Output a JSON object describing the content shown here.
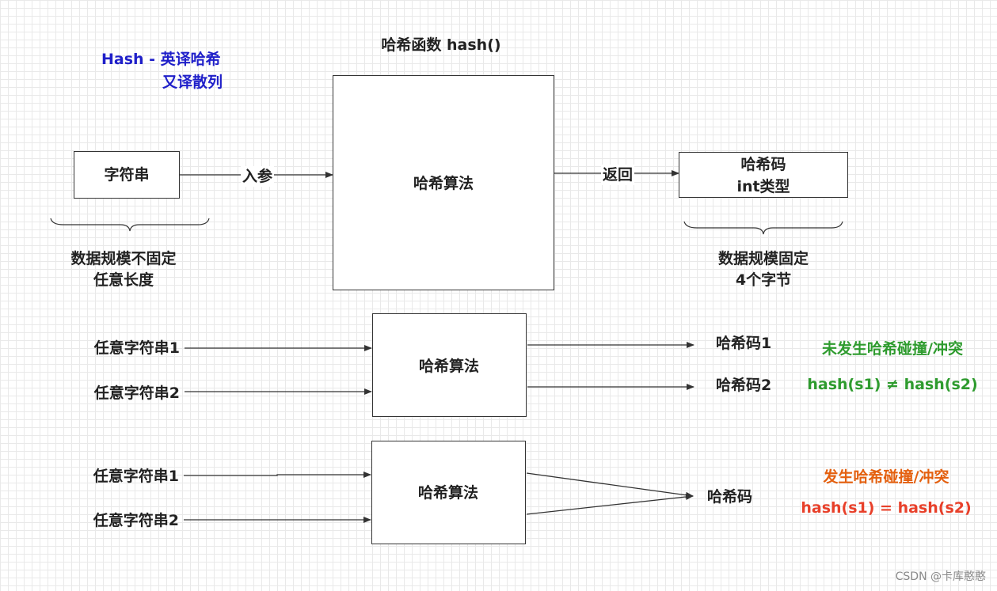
{
  "colors": {
    "blue": "#1f1fc9",
    "green": "#2e9b2e",
    "orange": "#e4600f",
    "red": "#e8402a",
    "line": "#333333"
  },
  "intro": {
    "line1": "Hash - 英译哈希",
    "line2": "又译散列"
  },
  "top": {
    "func_title": "哈希函数 hash()",
    "input": "字符串",
    "arrow_in": "入参",
    "algorithm": "哈希算法",
    "arrow_out": "返回",
    "output_line1": "哈希码",
    "output_line2": "int类型",
    "input_note_line1": "数据规模不固定",
    "input_note_line2": "任意长度",
    "output_note_line1": "数据规模固定",
    "output_note_line2": "4个字节"
  },
  "no_collision": {
    "input1": "任意字符串1",
    "input2": "任意字符串2",
    "algorithm": "哈希算法",
    "output1": "哈希码1",
    "output2": "哈希码2",
    "status": "未发生哈希碰撞/冲突",
    "formula": "hash(s1) ≠ hash(s2)"
  },
  "collision": {
    "input1": "任意字符串1",
    "input2": "任意字符串2",
    "algorithm": "哈希算法",
    "output": "哈希码",
    "status": "发生哈希碰撞/冲突",
    "formula": "hash(s1) = hash(s2)"
  },
  "watermark": "CSDN @卡库憨憨"
}
